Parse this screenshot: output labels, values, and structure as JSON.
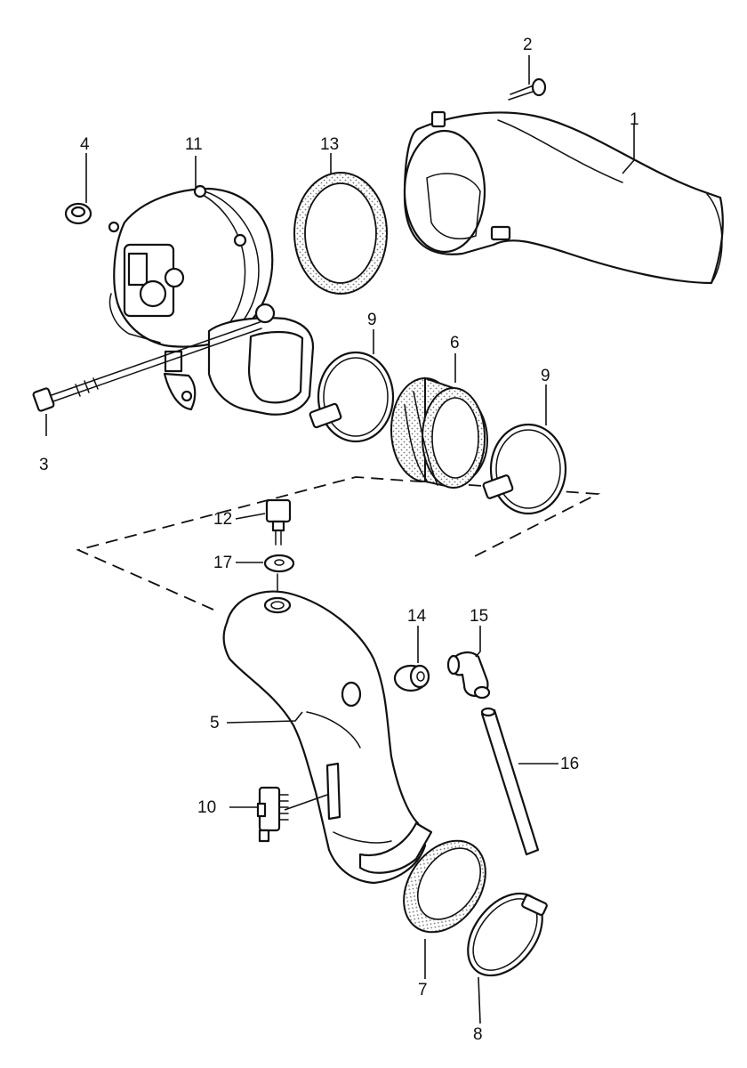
{
  "callouts": [
    {
      "id": "c1",
      "label": "1"
    },
    {
      "id": "c2",
      "label": "2"
    },
    {
      "id": "c3",
      "label": "3"
    },
    {
      "id": "c4",
      "label": "4"
    },
    {
      "id": "c5",
      "label": "5"
    },
    {
      "id": "c6",
      "label": "6"
    },
    {
      "id": "c7",
      "label": "7"
    },
    {
      "id": "c8",
      "label": "8"
    },
    {
      "id": "c9a",
      "label": "9"
    },
    {
      "id": "c9b",
      "label": "9"
    },
    {
      "id": "c10",
      "label": "10"
    },
    {
      "id": "c11",
      "label": "11"
    },
    {
      "id": "c12",
      "label": "12"
    },
    {
      "id": "c13",
      "label": "13"
    },
    {
      "id": "c14",
      "label": "14"
    },
    {
      "id": "c15",
      "label": "15"
    },
    {
      "id": "c16",
      "label": "16"
    },
    {
      "id": "c17",
      "label": "17"
    }
  ],
  "colors": {
    "line": "#111111",
    "stipple": "#888888",
    "background": "#ffffff"
  }
}
